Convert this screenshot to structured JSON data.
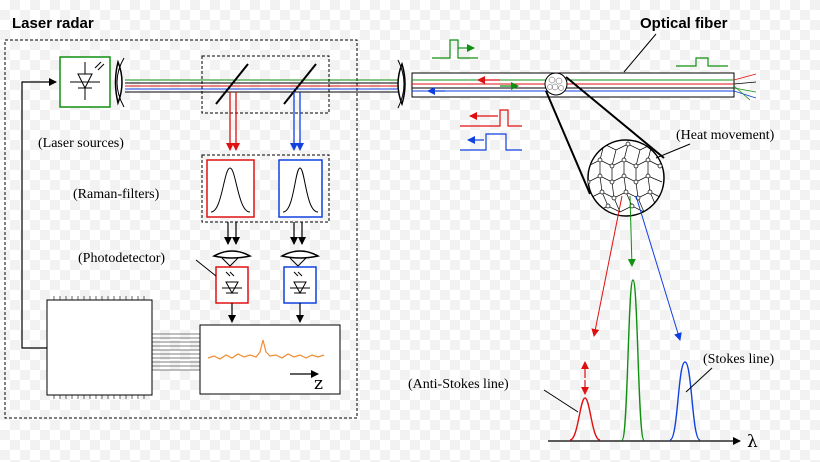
{
  "labels": {
    "laser_radar": "Laser radar",
    "optical_fiber": "Optical fiber",
    "laser_sources": "(Laser sources)",
    "raman_filters": "(Raman-filters)",
    "photodetector": "(Photodetector)",
    "heat_movement": "(Heat movement)",
    "stokes_line": "(Stokes line)",
    "anti_stokes_line": "(Anti-Stokes line)",
    "z_axis": "z",
    "lambda_axis": "λ"
  },
  "colors": {
    "red": "#e01010",
    "green": "#109010",
    "blue": "#1040e0",
    "orange": "#f08c30",
    "black": "#000000"
  }
}
